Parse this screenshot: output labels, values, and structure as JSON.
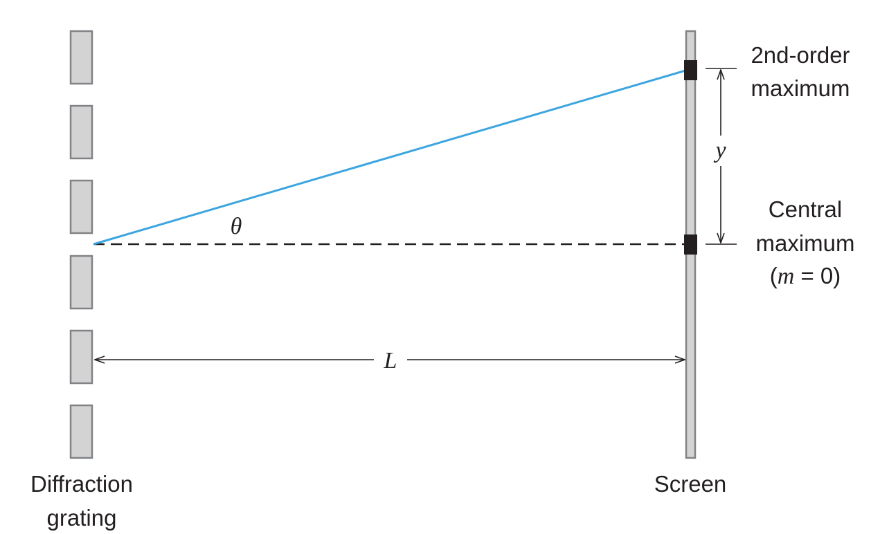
{
  "labels": {
    "grating": [
      "Diffraction",
      "grating"
    ],
    "screen": "Screen",
    "second_order": [
      "2nd-order",
      "maximum"
    ],
    "central": [
      "Central",
      "maximum"
    ],
    "central_m": "m",
    "central_eq": " = 0)",
    "central_open": "(",
    "theta": "θ",
    "y": "y",
    "L": "L"
  },
  "colors": {
    "ray": "#3da5df",
    "slit_fill": "#d3d3d4",
    "slit_stroke": "#808285",
    "marker": "#231f20"
  }
}
